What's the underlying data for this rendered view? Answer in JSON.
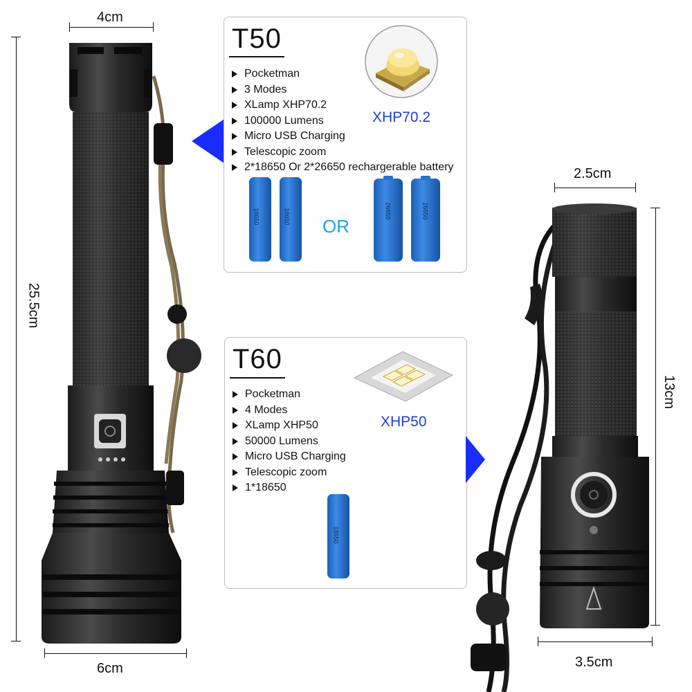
{
  "dimensions": {
    "t50_width_top": "4cm",
    "t50_length": "25.5cm",
    "t50_width_bottom": "6cm",
    "t60_width_top": "2.5cm",
    "t60_length": "13cm",
    "t60_width_bottom": "3.5cm"
  },
  "t50": {
    "model": "T50",
    "specs": [
      "Pocketman",
      "3 Modes",
      "XLamp XHP70.2",
      "100000 Lumens",
      "Micro USB Charging",
      "Telescopic zoom",
      "2*18650 Or 2*26650 rechargerable battery"
    ],
    "led_label": "XHP70.2",
    "or_label": "OR",
    "battery_left_text": "18650",
    "battery_right_text": "26650"
  },
  "t60": {
    "model": "T60",
    "specs": [
      "Pocketman",
      "4 Modes",
      "XLamp XHP50",
      "50000 Lumens",
      "Micro USB Charging",
      "Telescopic zoom",
      "1*18650"
    ],
    "led_label": "XHP50",
    "battery_text": "18650"
  },
  "colors": {
    "pointer": "#1a2dff",
    "led_label": "#1d3fd6",
    "or_label": "#20a4e0",
    "battery_blue": "#1f6fd1"
  }
}
